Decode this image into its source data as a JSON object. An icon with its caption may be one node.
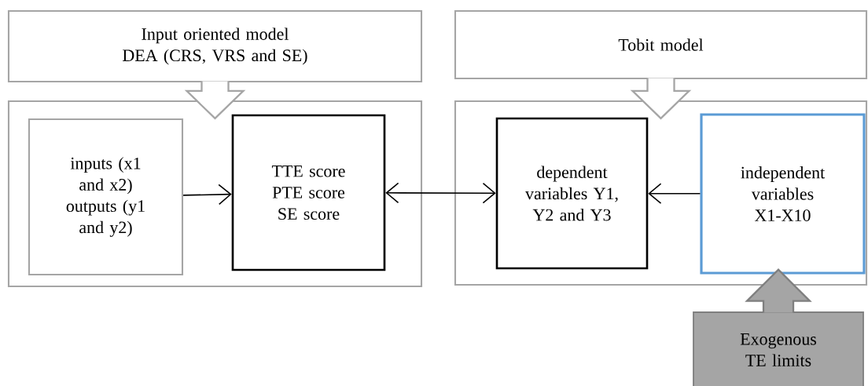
{
  "diagram": {
    "nodes": [
      {
        "text": [
          "Input oriented model DEA (CRS, VRS and SE)"
        ]
      },
      {
        "text": [],
        "shape": "box"
      },
      {
        "text": [
          "inputs (x1 and x2)",
          "outputs (y1 and y2)"
        ],
        "in": 1
      },
      {
        "text": [
          "TTE score",
          "PTE score",
          "SE score"
        ],
        "in": 1
      },
      {
        "text": [
          "Tobit model"
        ]
      },
      {
        "text": [],
        "shape": "box"
      },
      {
        "text": [
          "dependent variables Y1, Y2 and Y3"
        ],
        "in": 5
      },
      {
        "text": [
          "independent variables X1-X10"
        ],
        "in": 5
      },
      {
        "text": [
          "Exogenous TE limits"
        ]
      }
    ],
    "edges": [
      {
        "from": 2,
        "to": 3,
        "arrow": "to"
      },
      {
        "from": 3,
        "to": 6,
        "arrow": "both"
      },
      {
        "from": 7,
        "to": 6,
        "arrow": "to"
      },
      {
        "from": 0,
        "to": 1,
        "arrow": "to",
        "style": "thick",
        "color": "#a5a5a5"
      },
      {
        "from": 4,
        "to": 5,
        "arrow": "to",
        "style": "thick",
        "color": "#a5a5a5"
      },
      {
        "from": 8,
        "to": 7,
        "arrow": "to",
        "style": "thick",
        "color": "#7f7f7f"
      }
    ]
  }
}
